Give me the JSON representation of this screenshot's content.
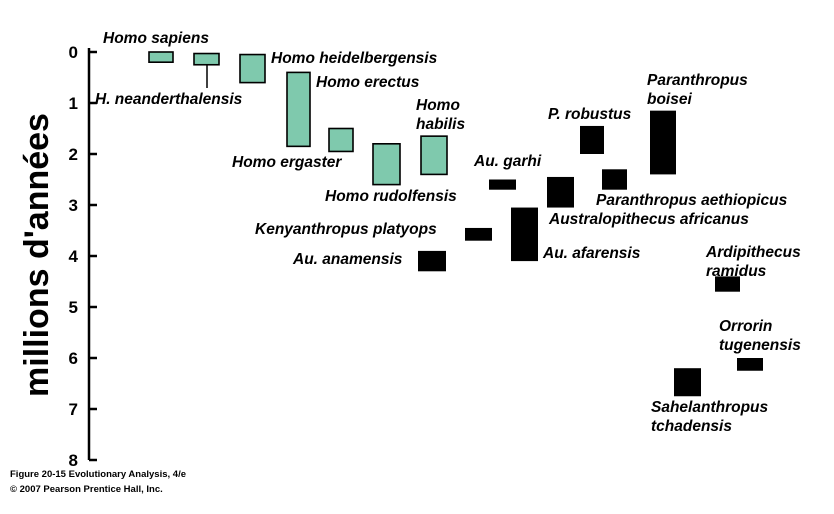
{
  "chart_data": {
    "type": "floating-bar",
    "ylabel": "millions d'années",
    "ylim": [
      0,
      8
    ],
    "y_inverted": true,
    "yticks": [
      "0",
      "1",
      "2",
      "3",
      "4",
      "5",
      "6",
      "7",
      "8"
    ],
    "colors": {
      "homo": "#7fc9ad",
      "other": "#000000",
      "axis": "#000000"
    },
    "series": [
      {
        "name": "Homo sapiens",
        "genus": "homo",
        "start": 0.0,
        "end": 0.2
      },
      {
        "name": "H. neanderthalensis",
        "genus": "homo",
        "start": 0.03,
        "end": 0.25
      },
      {
        "name": "Homo heidelbergensis",
        "genus": "homo",
        "start": 0.05,
        "end": 0.6
      },
      {
        "name": "Homo erectus",
        "genus": "homo",
        "start": 0.4,
        "end": 1.85
      },
      {
        "name": "Homo ergaster",
        "genus": "homo",
        "start": 1.5,
        "end": 1.95
      },
      {
        "name": "Homo rudolfensis",
        "genus": "homo",
        "start": 1.8,
        "end": 2.6
      },
      {
        "name": "Homo habilis",
        "genus": "homo",
        "start": 1.65,
        "end": 2.4
      },
      {
        "name": "Au. garhi",
        "genus": "other",
        "start": 2.5,
        "end": 2.7
      },
      {
        "name": "P. robustus",
        "genus": "other",
        "start": 1.45,
        "end": 2.0
      },
      {
        "name": "Paranthropus boisei",
        "genus": "other",
        "start": 1.15,
        "end": 2.4
      },
      {
        "name": "Paranthropus aethiopicus",
        "genus": "other",
        "start": 2.3,
        "end": 2.7
      },
      {
        "name": "Australopithecus africanus",
        "genus": "other",
        "start": 2.45,
        "end": 3.05
      },
      {
        "name": "Kenyanthropus platyops",
        "genus": "other",
        "start": 3.45,
        "end": 3.7
      },
      {
        "name": "Au. afarensis",
        "genus": "other",
        "start": 3.05,
        "end": 4.1
      },
      {
        "name": "Au. anamensis",
        "genus": "other",
        "start": 3.9,
        "end": 4.3
      },
      {
        "name": "Ardipithecus ramidus",
        "genus": "other",
        "start": 4.4,
        "end": 4.7
      },
      {
        "name": "Orrorin tugenensis",
        "genus": "other",
        "start": 6.0,
        "end": 6.25
      },
      {
        "name": "Sahelanthropus tchadensis",
        "genus": "other",
        "start": 6.2,
        "end": 6.75
      }
    ]
  },
  "caption": {
    "line1": "Figure 20-15  Evolutionary Analysis, 4/e",
    "line2": "© 2007 Pearson Prentice Hall, Inc."
  }
}
